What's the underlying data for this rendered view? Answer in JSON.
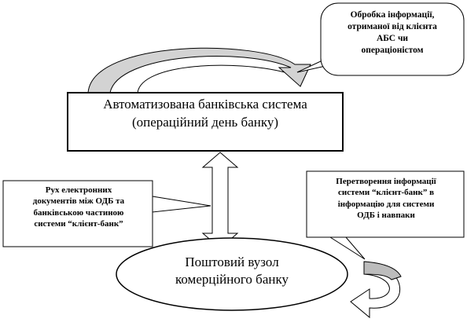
{
  "diagram": {
    "main_system": {
      "line1": "Автоматизована  банківська система",
      "line2": "(операційний  день банку)"
    },
    "postal_node": {
      "line1": "Поштовий вузол",
      "line2": "комерційного банку"
    },
    "callout": {
      "line1": "Обробка інформації,",
      "line2": "отриманої від клієнта",
      "line3": "АБС чи",
      "line4": "операціоністом"
    },
    "left_note": {
      "line1": "Рух електронних",
      "line2": "документів між ОДБ та",
      "line3": "банківською частиною",
      "line4": "системи “клієнт-банк”"
    },
    "right_note": {
      "line1": "Перетворення інформації",
      "line2": "системи “клієнт-банк” в",
      "line3": "інформацію  для системи",
      "line4": "ОДБ і навпаки"
    }
  }
}
